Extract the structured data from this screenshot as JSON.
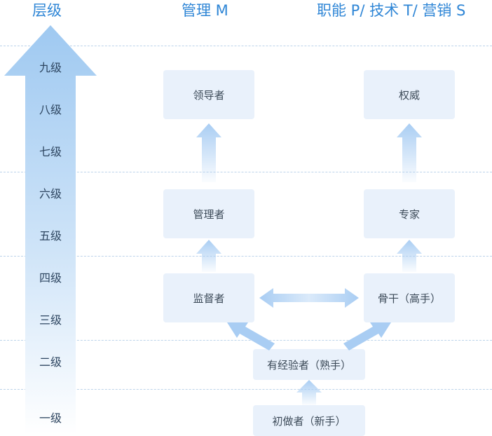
{
  "headers": {
    "level": "层级",
    "management": "管理 M",
    "functional": "职能 P/ 技术 T/ 营销 S"
  },
  "levels": [
    "九级",
    "八级",
    "七级",
    "六级",
    "五级",
    "四级",
    "三级",
    "二级",
    "一级"
  ],
  "management_track": {
    "leader": "领导者",
    "manager": "管理者",
    "supervisor": "监督者"
  },
  "professional_track": {
    "authority": "权威",
    "expert": "专家",
    "backbone": "骨干（高手）"
  },
  "shared_track": {
    "experienced": "有经验者（熟手）",
    "beginner": "初做者（新手）"
  },
  "colors": {
    "header": "#2f86d6",
    "node_fill": "#e9f1fb",
    "arrow": "#a9cdf3",
    "divider": "#bcd3ea"
  }
}
